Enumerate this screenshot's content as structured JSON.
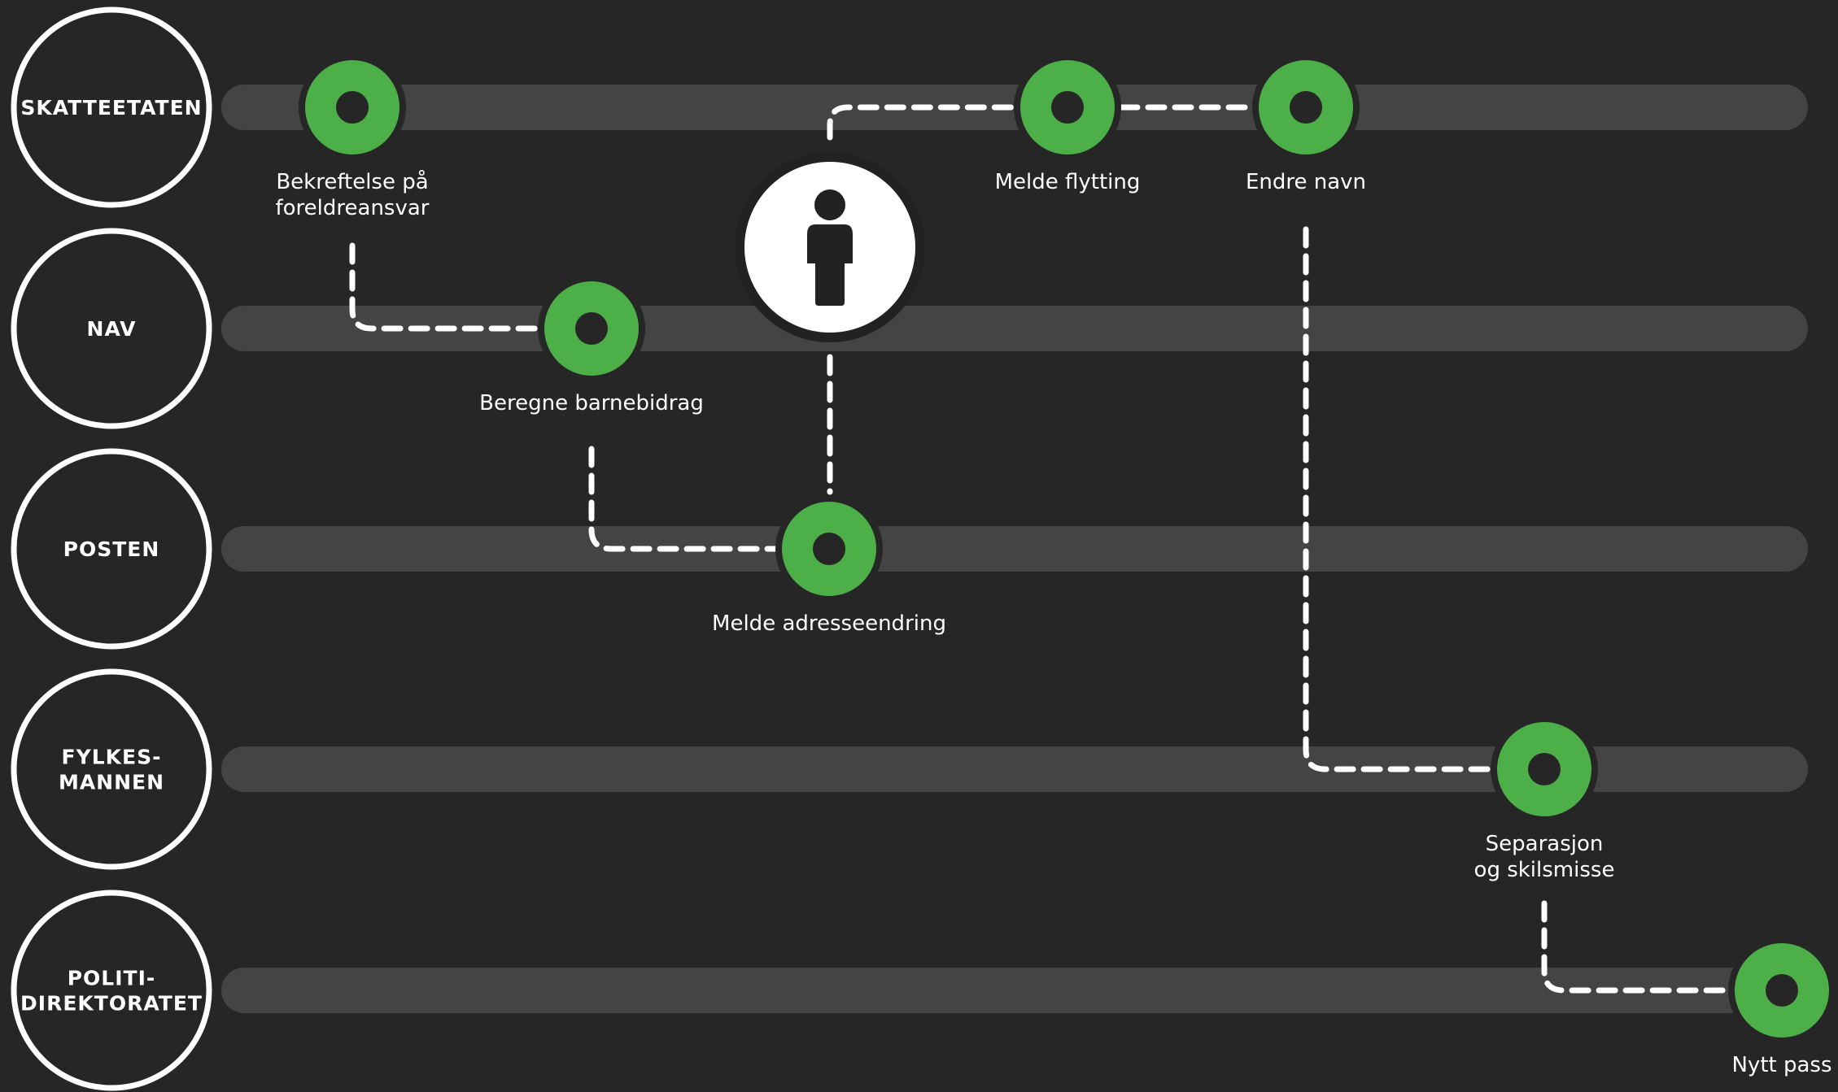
{
  "colors": {
    "background": "#262626",
    "track": "#444444",
    "node": "#4caf48",
    "line": "#ffffff"
  },
  "agencies": [
    {
      "id": "skatteetaten",
      "lines": [
        "SKATTEETATEN"
      ]
    },
    {
      "id": "nav",
      "lines": [
        "NAV"
      ]
    },
    {
      "id": "posten",
      "lines": [
        "POSTEN"
      ]
    },
    {
      "id": "fylkesmannen",
      "lines": [
        "FYLKES-",
        "MANNEN"
      ]
    },
    {
      "id": "politidirektoratet",
      "lines": [
        "POLITI-",
        "DIREKTORATET"
      ]
    }
  ],
  "services": [
    {
      "id": "bekreftelse-foreldreansvar",
      "agency": "skatteetaten",
      "lines": [
        "Bekreftelse på",
        "foreldreansvar"
      ]
    },
    {
      "id": "melde-flytting",
      "agency": "skatteetaten",
      "lines": [
        "Melde flytting"
      ]
    },
    {
      "id": "endre-navn",
      "agency": "skatteetaten",
      "lines": [
        "Endre navn"
      ]
    },
    {
      "id": "beregne-barnebidrag",
      "agency": "nav",
      "lines": [
        "Beregne barnebidrag"
      ]
    },
    {
      "id": "melde-adresseendring",
      "agency": "posten",
      "lines": [
        "Melde adresseendring"
      ]
    },
    {
      "id": "separasjon-skilsmisse",
      "agency": "fylkesmannen",
      "lines": [
        "Separasjon",
        "og skilsmisse"
      ]
    },
    {
      "id": "nytt-pass",
      "agency": "politidirektoratet",
      "lines": [
        "Nytt pass"
      ]
    }
  ],
  "connections": [
    {
      "from": "bekreftelse-foreldreansvar",
      "to": "beregne-barnebidrag"
    },
    {
      "from": "beregne-barnebidrag",
      "to": "melde-adresseendring"
    },
    {
      "from": "person",
      "to": "melde-adresseendring"
    },
    {
      "from": "person",
      "to": "melde-flytting"
    },
    {
      "from": "melde-flytting",
      "to": "endre-navn"
    },
    {
      "from": "endre-navn",
      "to": "separasjon-skilsmisse"
    },
    {
      "from": "separasjon-skilsmisse",
      "to": "nytt-pass"
    }
  ],
  "person": {
    "icon": "person-icon"
  }
}
